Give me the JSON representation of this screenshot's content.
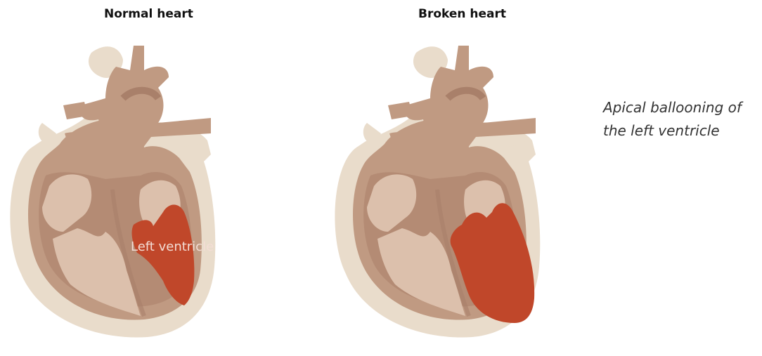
{
  "titles": {
    "normal": "Normal heart",
    "broken": "Broken heart"
  },
  "labels": {
    "left_ventricle": "Left ventricle"
  },
  "caption": {
    "line1": "Apical ballooning of",
    "line2": "the left ventricle"
  },
  "colors": {
    "pericardium": "#e9dccb",
    "muscle": "#c09a82",
    "muscle_dark": "#a9806a",
    "chamber": "#dcc0ac",
    "left_ventricle": "#c0472a"
  }
}
